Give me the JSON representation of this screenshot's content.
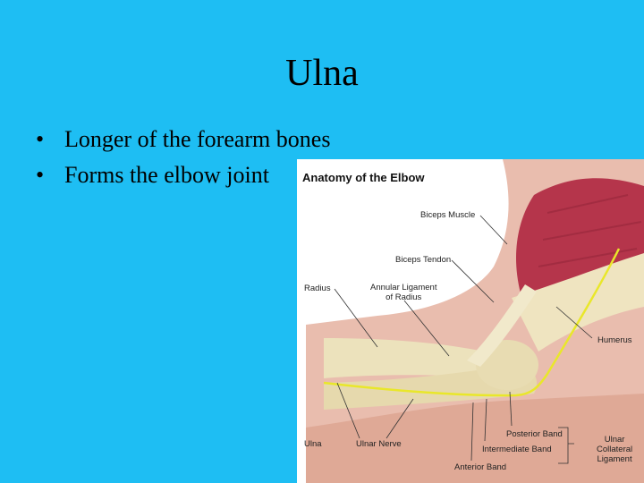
{
  "slide": {
    "title": "Ulna",
    "bullets": [
      "Longer of the forearm bones",
      "Forms the elbow joint"
    ]
  },
  "figure": {
    "title": "Anatomy of the Elbow",
    "labels": {
      "biceps_muscle": "Biceps Muscle",
      "biceps_tendon": "Biceps Tendon",
      "radius": "Radius",
      "annular_ligament_line1": "Annular Ligament",
      "annular_ligament_line2": "of Radius",
      "humerus": "Humerus",
      "posterior_band": "Posterior Band",
      "intermediate_band": "Intermediate Band",
      "anterior_band": "Anterior Band",
      "ulna": "Ulna",
      "ulnar_nerve": "Ulnar Nerve",
      "ulnar_collateral_line1": "Ulnar",
      "ulnar_collateral_line2": "Collateral",
      "ulnar_collateral_line3": "Ligament"
    }
  },
  "colors": {
    "background": "#1ebef3",
    "skin": "#e7b7a7",
    "muscle": "#b7334a",
    "bone": "#ece3bf",
    "nerve": "#ecec2a"
  }
}
